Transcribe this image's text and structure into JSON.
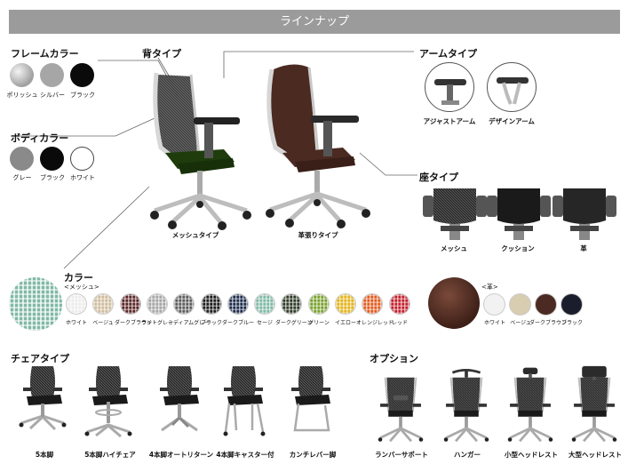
{
  "banner": {
    "title": "ラインナップ"
  },
  "frame_color": {
    "heading": "フレームカラー",
    "items": [
      {
        "label": "ポリッシュ",
        "color": "#c9c9c9"
      },
      {
        "label": "シルバー",
        "color": "#a6a6a6"
      },
      {
        "label": "ブラック",
        "color": "#0a0a0a"
      }
    ]
  },
  "body_color": {
    "heading": "ボディカラー",
    "items": [
      {
        "label": "グレー",
        "color": "#8a8a8a"
      },
      {
        "label": "ブラック",
        "color": "#0a0a0a"
      },
      {
        "label": "ホワイト",
        "color": "#ffffff"
      }
    ]
  },
  "back_type": {
    "heading": "背タイプ",
    "items": [
      {
        "label": "メッシュタイプ"
      },
      {
        "label": "革張りタイプ"
      }
    ]
  },
  "arm_type": {
    "heading": "アームタイプ",
    "items": [
      {
        "label": "アジャストアーム"
      },
      {
        "label": "デザインアーム"
      }
    ]
  },
  "seat_type": {
    "heading": "座タイプ",
    "items": [
      {
        "label": "メッシュ"
      },
      {
        "label": "クッション"
      },
      {
        "label": "革"
      }
    ]
  },
  "color": {
    "heading": "カラー",
    "mesh_label": "<メッシュ>",
    "mesh": [
      {
        "label": "ホワイト",
        "color": "#ececec"
      },
      {
        "label": "ベージュ",
        "color": "#cdbb9a"
      },
      {
        "label": "ダークブラウン",
        "color": "#5a2426"
      },
      {
        "label": "ライトグレー",
        "color": "#a5a5a5"
      },
      {
        "label": "ミディアムグレー",
        "color": "#5c5c5c"
      },
      {
        "label": "ブラック",
        "color": "#1c1c1c"
      },
      {
        "label": "ダークブルー",
        "color": "#1a2a4a"
      },
      {
        "label": "セージ",
        "color": "#7fb8a6"
      },
      {
        "label": "ダークグリーン",
        "color": "#2d3a26"
      },
      {
        "label": "グリーン",
        "color": "#77a02b"
      },
      {
        "label": "イエロー",
        "color": "#e3b31a"
      },
      {
        "label": "オレンジレッド",
        "color": "#e25a1e"
      },
      {
        "label": "レッド",
        "color": "#c21f2b"
      }
    ],
    "leather_label": "<革>",
    "leather": [
      {
        "label": "ホワイト",
        "color": "#f2f2f2"
      },
      {
        "label": "ベージュ",
        "color": "#d8cdb0"
      },
      {
        "label": "ダークブラウン",
        "color": "#4a2a22"
      },
      {
        "label": "ブラック",
        "color": "#1a1e2c"
      }
    ]
  },
  "chair_type": {
    "heading": "チェアタイプ",
    "items": [
      {
        "label": "5本脚"
      },
      {
        "label": "5本脚ハイチェア"
      },
      {
        "label": "4本脚オートリターン"
      },
      {
        "label": "4本脚キャスター付"
      },
      {
        "label": "カンチレバー脚"
      }
    ]
  },
  "options": {
    "heading": "オプション",
    "items": [
      {
        "label": "ランバーサポート"
      },
      {
        "label": "ハンガー"
      },
      {
        "label": "小型ヘッドレスト"
      },
      {
        "label": "大型ヘッドレスト"
      }
    ]
  }
}
